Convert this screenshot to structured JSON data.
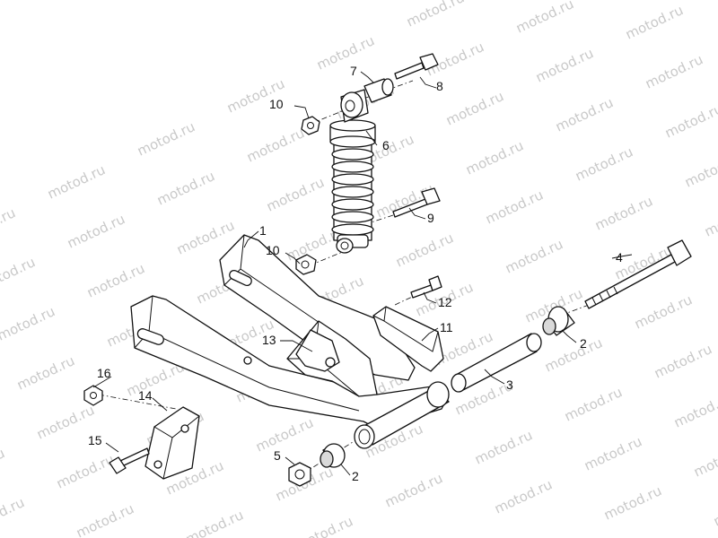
{
  "watermark": "motod.ru",
  "callouts": {
    "c1": "1",
    "c2a": "2",
    "c2b": "2",
    "c3": "3",
    "c4": "4",
    "c5": "5",
    "c6": "6",
    "c7": "7",
    "c8": "8",
    "c9": "9",
    "c10a": "10",
    "c10b": "10",
    "c11": "11",
    "c12": "12",
    "c13": "13",
    "c14": "14",
    "c15": "15",
    "c16": "16"
  }
}
